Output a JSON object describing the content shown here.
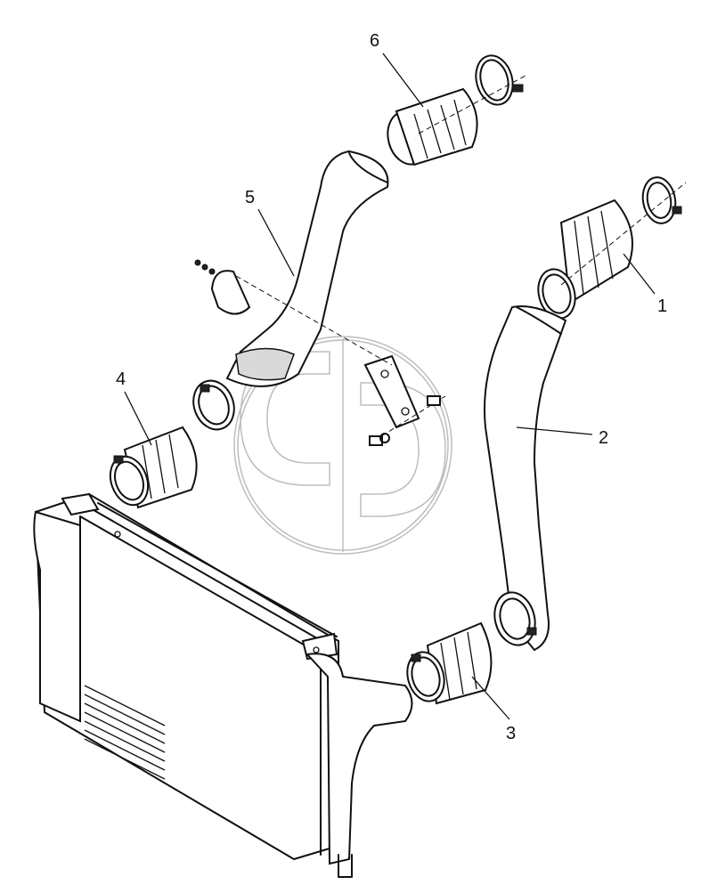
{
  "callouts": [
    {
      "id": "1",
      "label": "1"
    },
    {
      "id": "2",
      "label": "2"
    },
    {
      "id": "3",
      "label": "3"
    },
    {
      "id": "4",
      "label": "4"
    },
    {
      "id": "5",
      "label": "5"
    },
    {
      "id": "6",
      "label": "6"
    }
  ],
  "colors": {
    "ink": "#111111",
    "background": "#ffffff",
    "watermark": "#bdbdbd"
  }
}
